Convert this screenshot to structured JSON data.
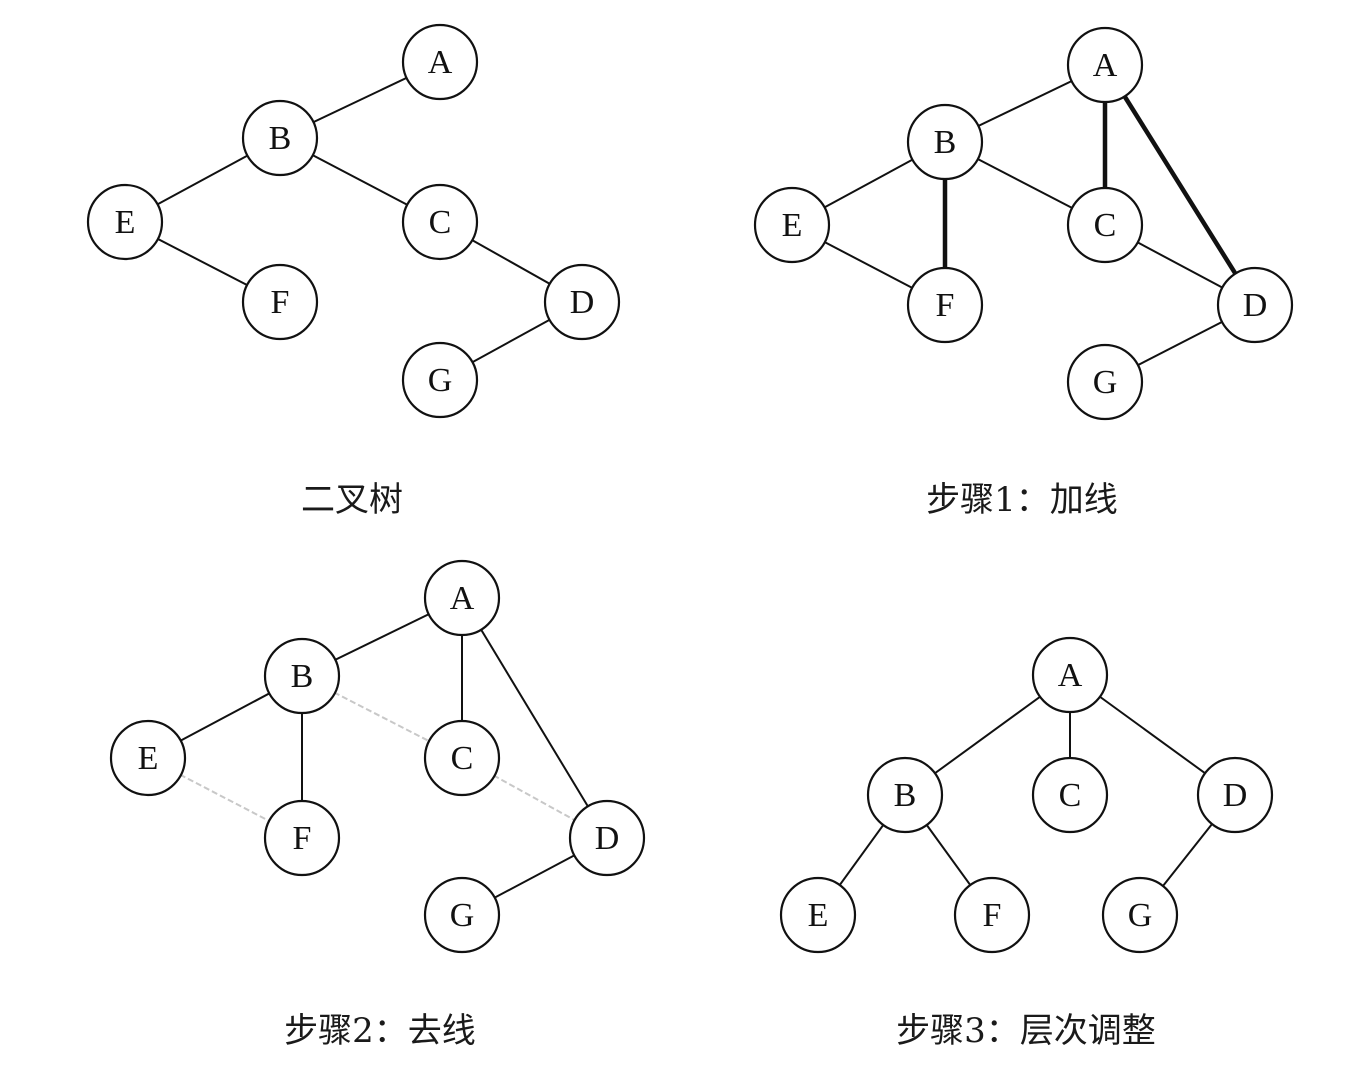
{
  "panels": [
    {
      "caption": "二叉树",
      "nodes": [
        "A",
        "B",
        "C",
        "D",
        "E",
        "F",
        "G"
      ],
      "edges": [
        {
          "from": "A",
          "to": "B",
          "style": "normal"
        },
        {
          "from": "B",
          "to": "E",
          "style": "normal"
        },
        {
          "from": "B",
          "to": "C",
          "style": "normal"
        },
        {
          "from": "E",
          "to": "F",
          "style": "normal"
        },
        {
          "from": "C",
          "to": "D",
          "style": "normal"
        },
        {
          "from": "D",
          "to": "G",
          "style": "normal"
        }
      ]
    },
    {
      "caption": "步骤1：加线",
      "nodes": [
        "A",
        "B",
        "C",
        "D",
        "E",
        "F",
        "G"
      ],
      "edges": [
        {
          "from": "A",
          "to": "B",
          "style": "normal"
        },
        {
          "from": "A",
          "to": "C",
          "style": "bold"
        },
        {
          "from": "A",
          "to": "D",
          "style": "bold"
        },
        {
          "from": "B",
          "to": "F",
          "style": "bold"
        },
        {
          "from": "B",
          "to": "E",
          "style": "normal"
        },
        {
          "from": "B",
          "to": "C",
          "style": "normal"
        },
        {
          "from": "E",
          "to": "F",
          "style": "normal"
        },
        {
          "from": "C",
          "to": "D",
          "style": "normal"
        },
        {
          "from": "D",
          "to": "G",
          "style": "normal"
        }
      ]
    },
    {
      "caption": "步骤2：去线",
      "nodes": [
        "A",
        "B",
        "C",
        "D",
        "E",
        "F",
        "G"
      ],
      "edges": [
        {
          "from": "A",
          "to": "B",
          "style": "normal"
        },
        {
          "from": "A",
          "to": "C",
          "style": "normal"
        },
        {
          "from": "A",
          "to": "D",
          "style": "normal"
        },
        {
          "from": "B",
          "to": "E",
          "style": "normal"
        },
        {
          "from": "B",
          "to": "F",
          "style": "normal"
        },
        {
          "from": "D",
          "to": "G",
          "style": "normal"
        },
        {
          "from": "B",
          "to": "C",
          "style": "removed"
        },
        {
          "from": "E",
          "to": "F",
          "style": "removed"
        },
        {
          "from": "C",
          "to": "D",
          "style": "removed"
        }
      ]
    },
    {
      "caption": "步骤3：层次调整",
      "nodes": [
        "A",
        "B",
        "C",
        "D",
        "E",
        "F",
        "G"
      ],
      "edges": [
        {
          "from": "A",
          "to": "B",
          "style": "normal"
        },
        {
          "from": "A",
          "to": "C",
          "style": "normal"
        },
        {
          "from": "A",
          "to": "D",
          "style": "normal"
        },
        {
          "from": "B",
          "to": "E",
          "style": "normal"
        },
        {
          "from": "B",
          "to": "F",
          "style": "normal"
        },
        {
          "from": "D",
          "to": "G",
          "style": "normal"
        }
      ]
    }
  ],
  "colors": {
    "stroke": "#111111",
    "removed": "#c8c8c8"
  }
}
